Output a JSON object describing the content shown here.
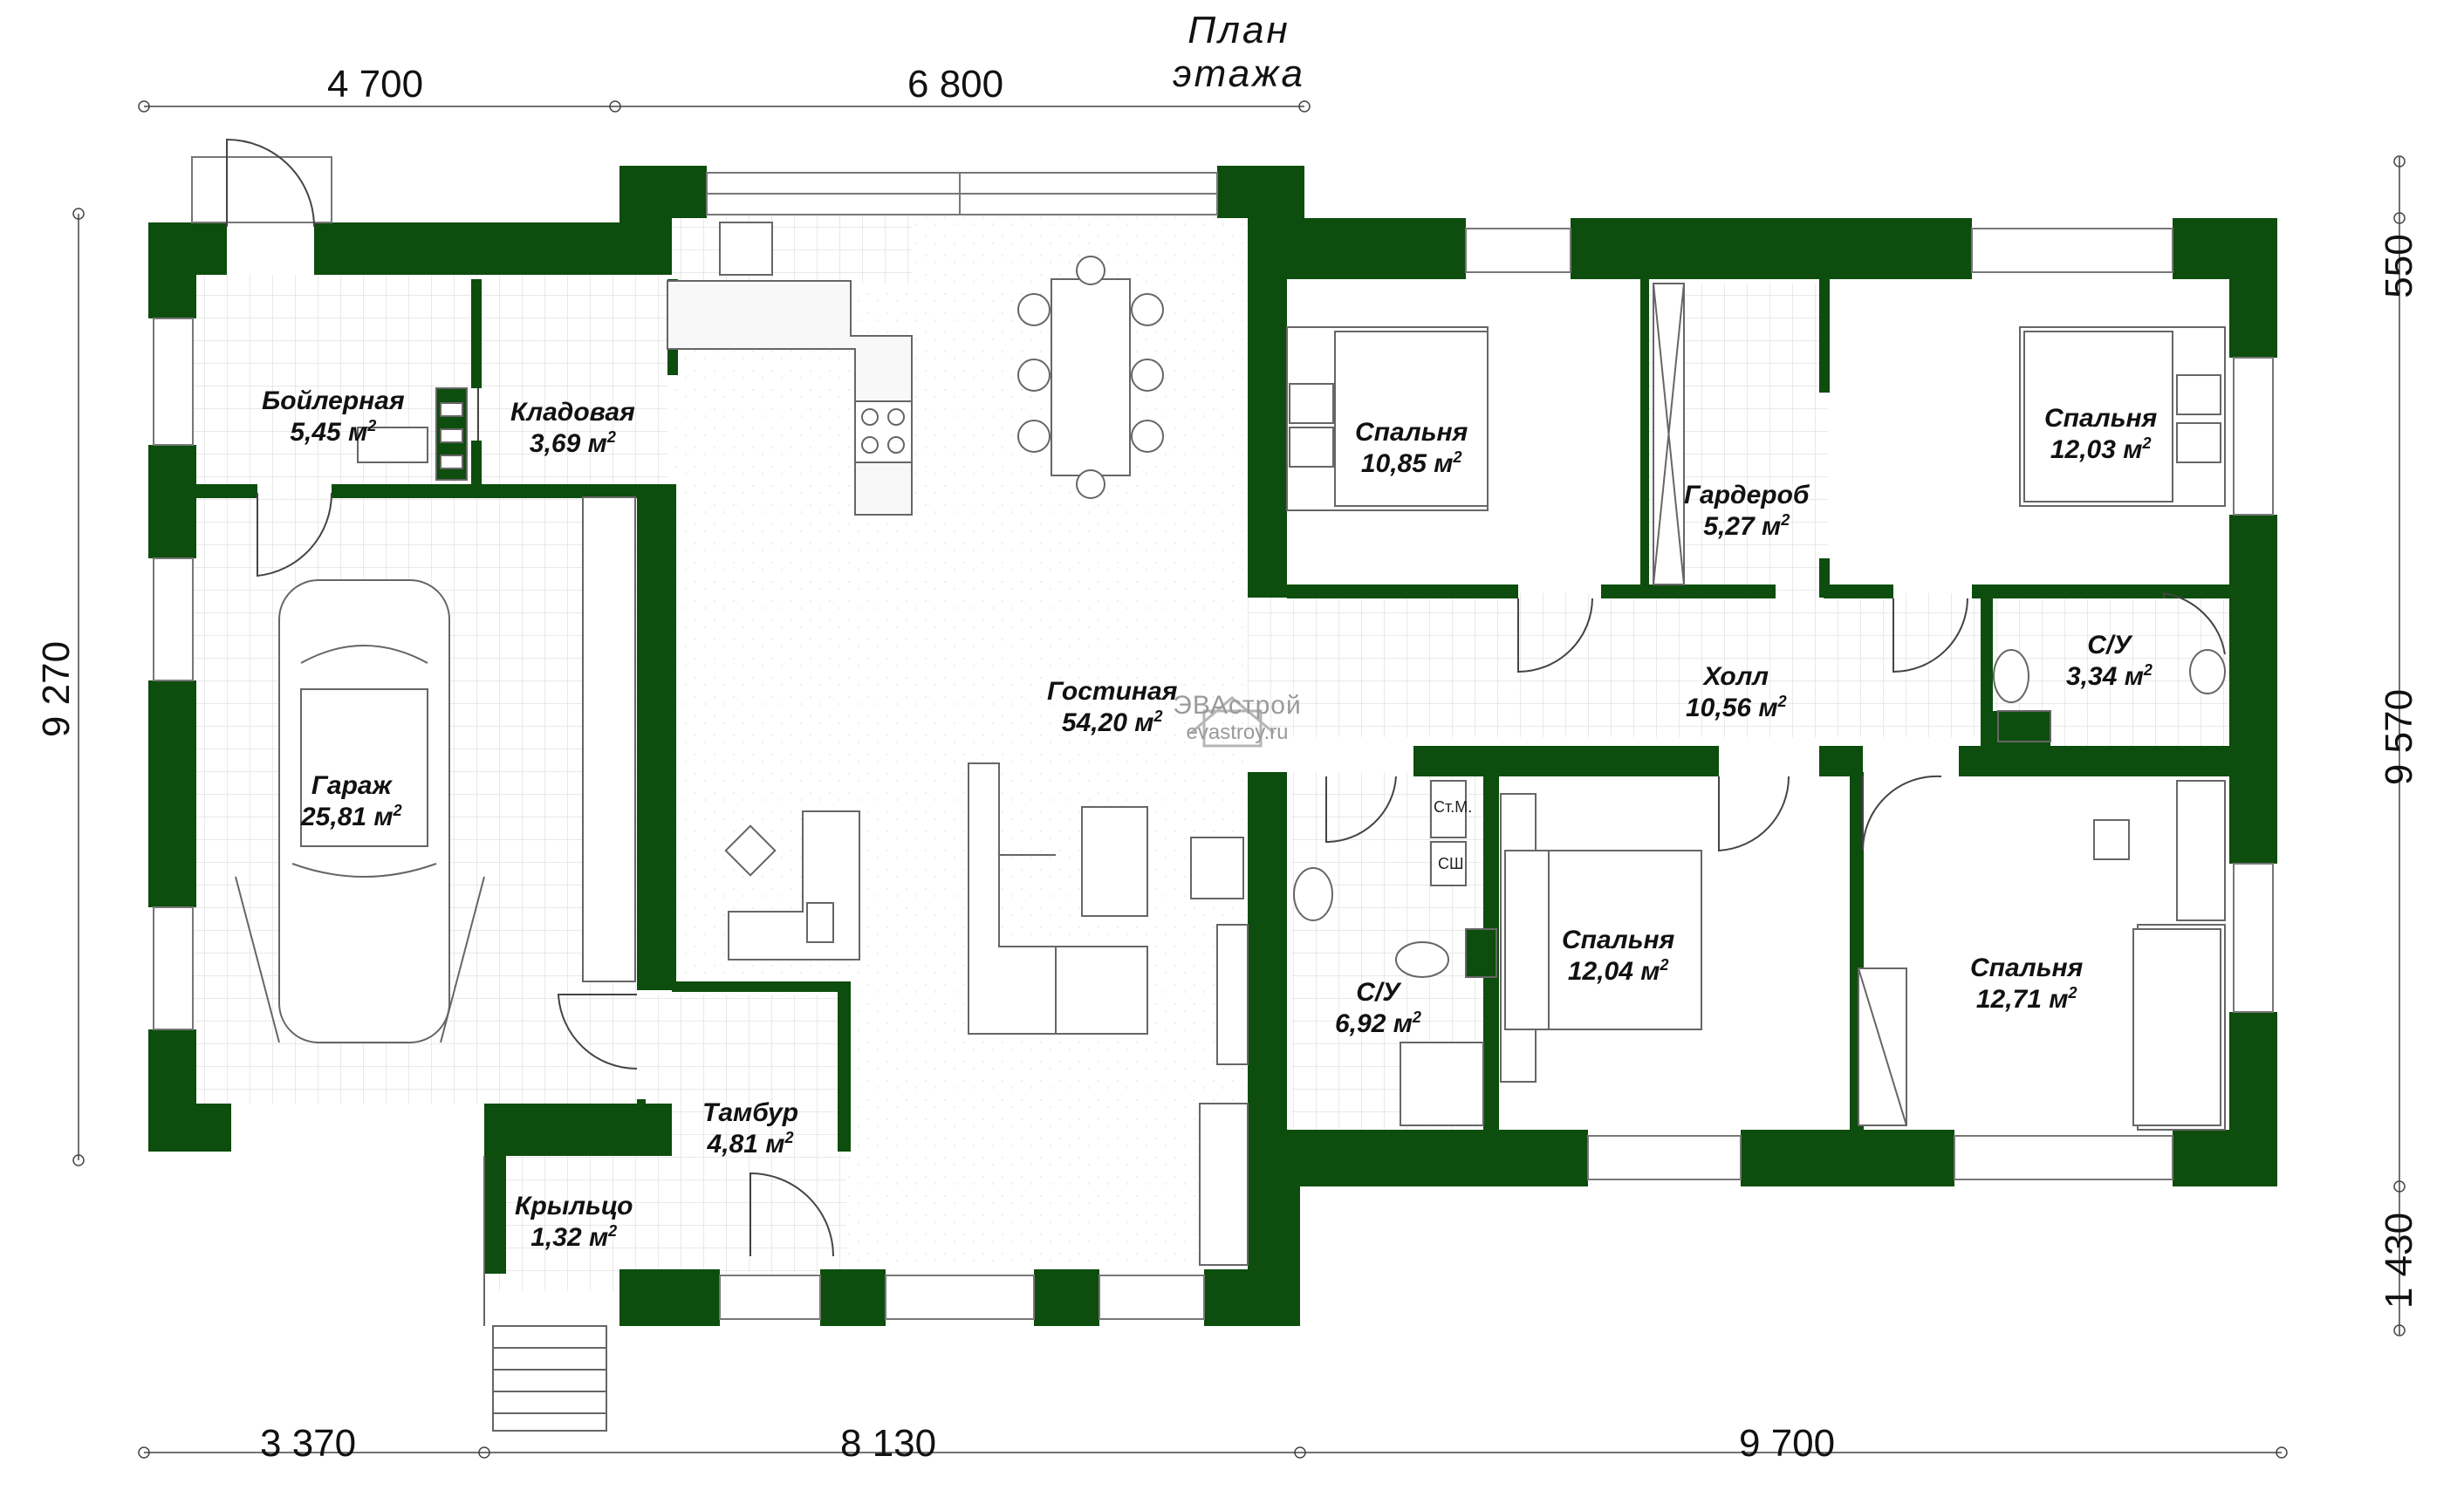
{
  "title": "План этажа",
  "colors": {
    "wall": "#0d4d0d",
    "line": "#555555",
    "tile": "#e6e6e6",
    "floor": "#ffffff"
  },
  "dimensions": {
    "top_left": "4 700",
    "top_right": "6 800",
    "bottom_left": "3 370",
    "bottom_mid": "8 130",
    "bottom_right": "9 700",
    "left": "9 270",
    "right_top": "550",
    "right_mid": "9 570",
    "right_bottom": "1 430"
  },
  "rooms": {
    "boiler": {
      "name": "Бойлерная",
      "area": "5,45 м"
    },
    "storage": {
      "name": "Кладовая",
      "area": "3,69 м"
    },
    "garage": {
      "name": "Гараж",
      "area": "25,81 м"
    },
    "vestibule": {
      "name": "Тамбур",
      "area": "4,81 м"
    },
    "porch": {
      "name": "Крыльцо",
      "area": "1,32 м"
    },
    "living": {
      "name": "Гостиная",
      "area": "54,20 м"
    },
    "bedroom1": {
      "name": "Спальня",
      "area": "10,85 м"
    },
    "wardrobe": {
      "name": "Гардероб",
      "area": "5,27 м"
    },
    "bedroom2": {
      "name": "Спальня",
      "area": "12,03 м"
    },
    "hall": {
      "name": "Холл",
      "area": "10,56 м"
    },
    "wc_small": {
      "name": "С/У",
      "area": "3,34 м"
    },
    "wc_large": {
      "name": "С/У",
      "area": "6,92 м"
    },
    "bedroom3": {
      "name": "Спальня",
      "area": "12,04 м"
    },
    "bedroom4": {
      "name": "Спальня",
      "area": "12,71 м"
    }
  },
  "unit_sup": "2",
  "appliance_labels": {
    "washer": "Ст.М.",
    "dryer": "СШ"
  },
  "watermark": {
    "brand": "ЭВАстрой",
    "site": "evastroy.ru"
  }
}
